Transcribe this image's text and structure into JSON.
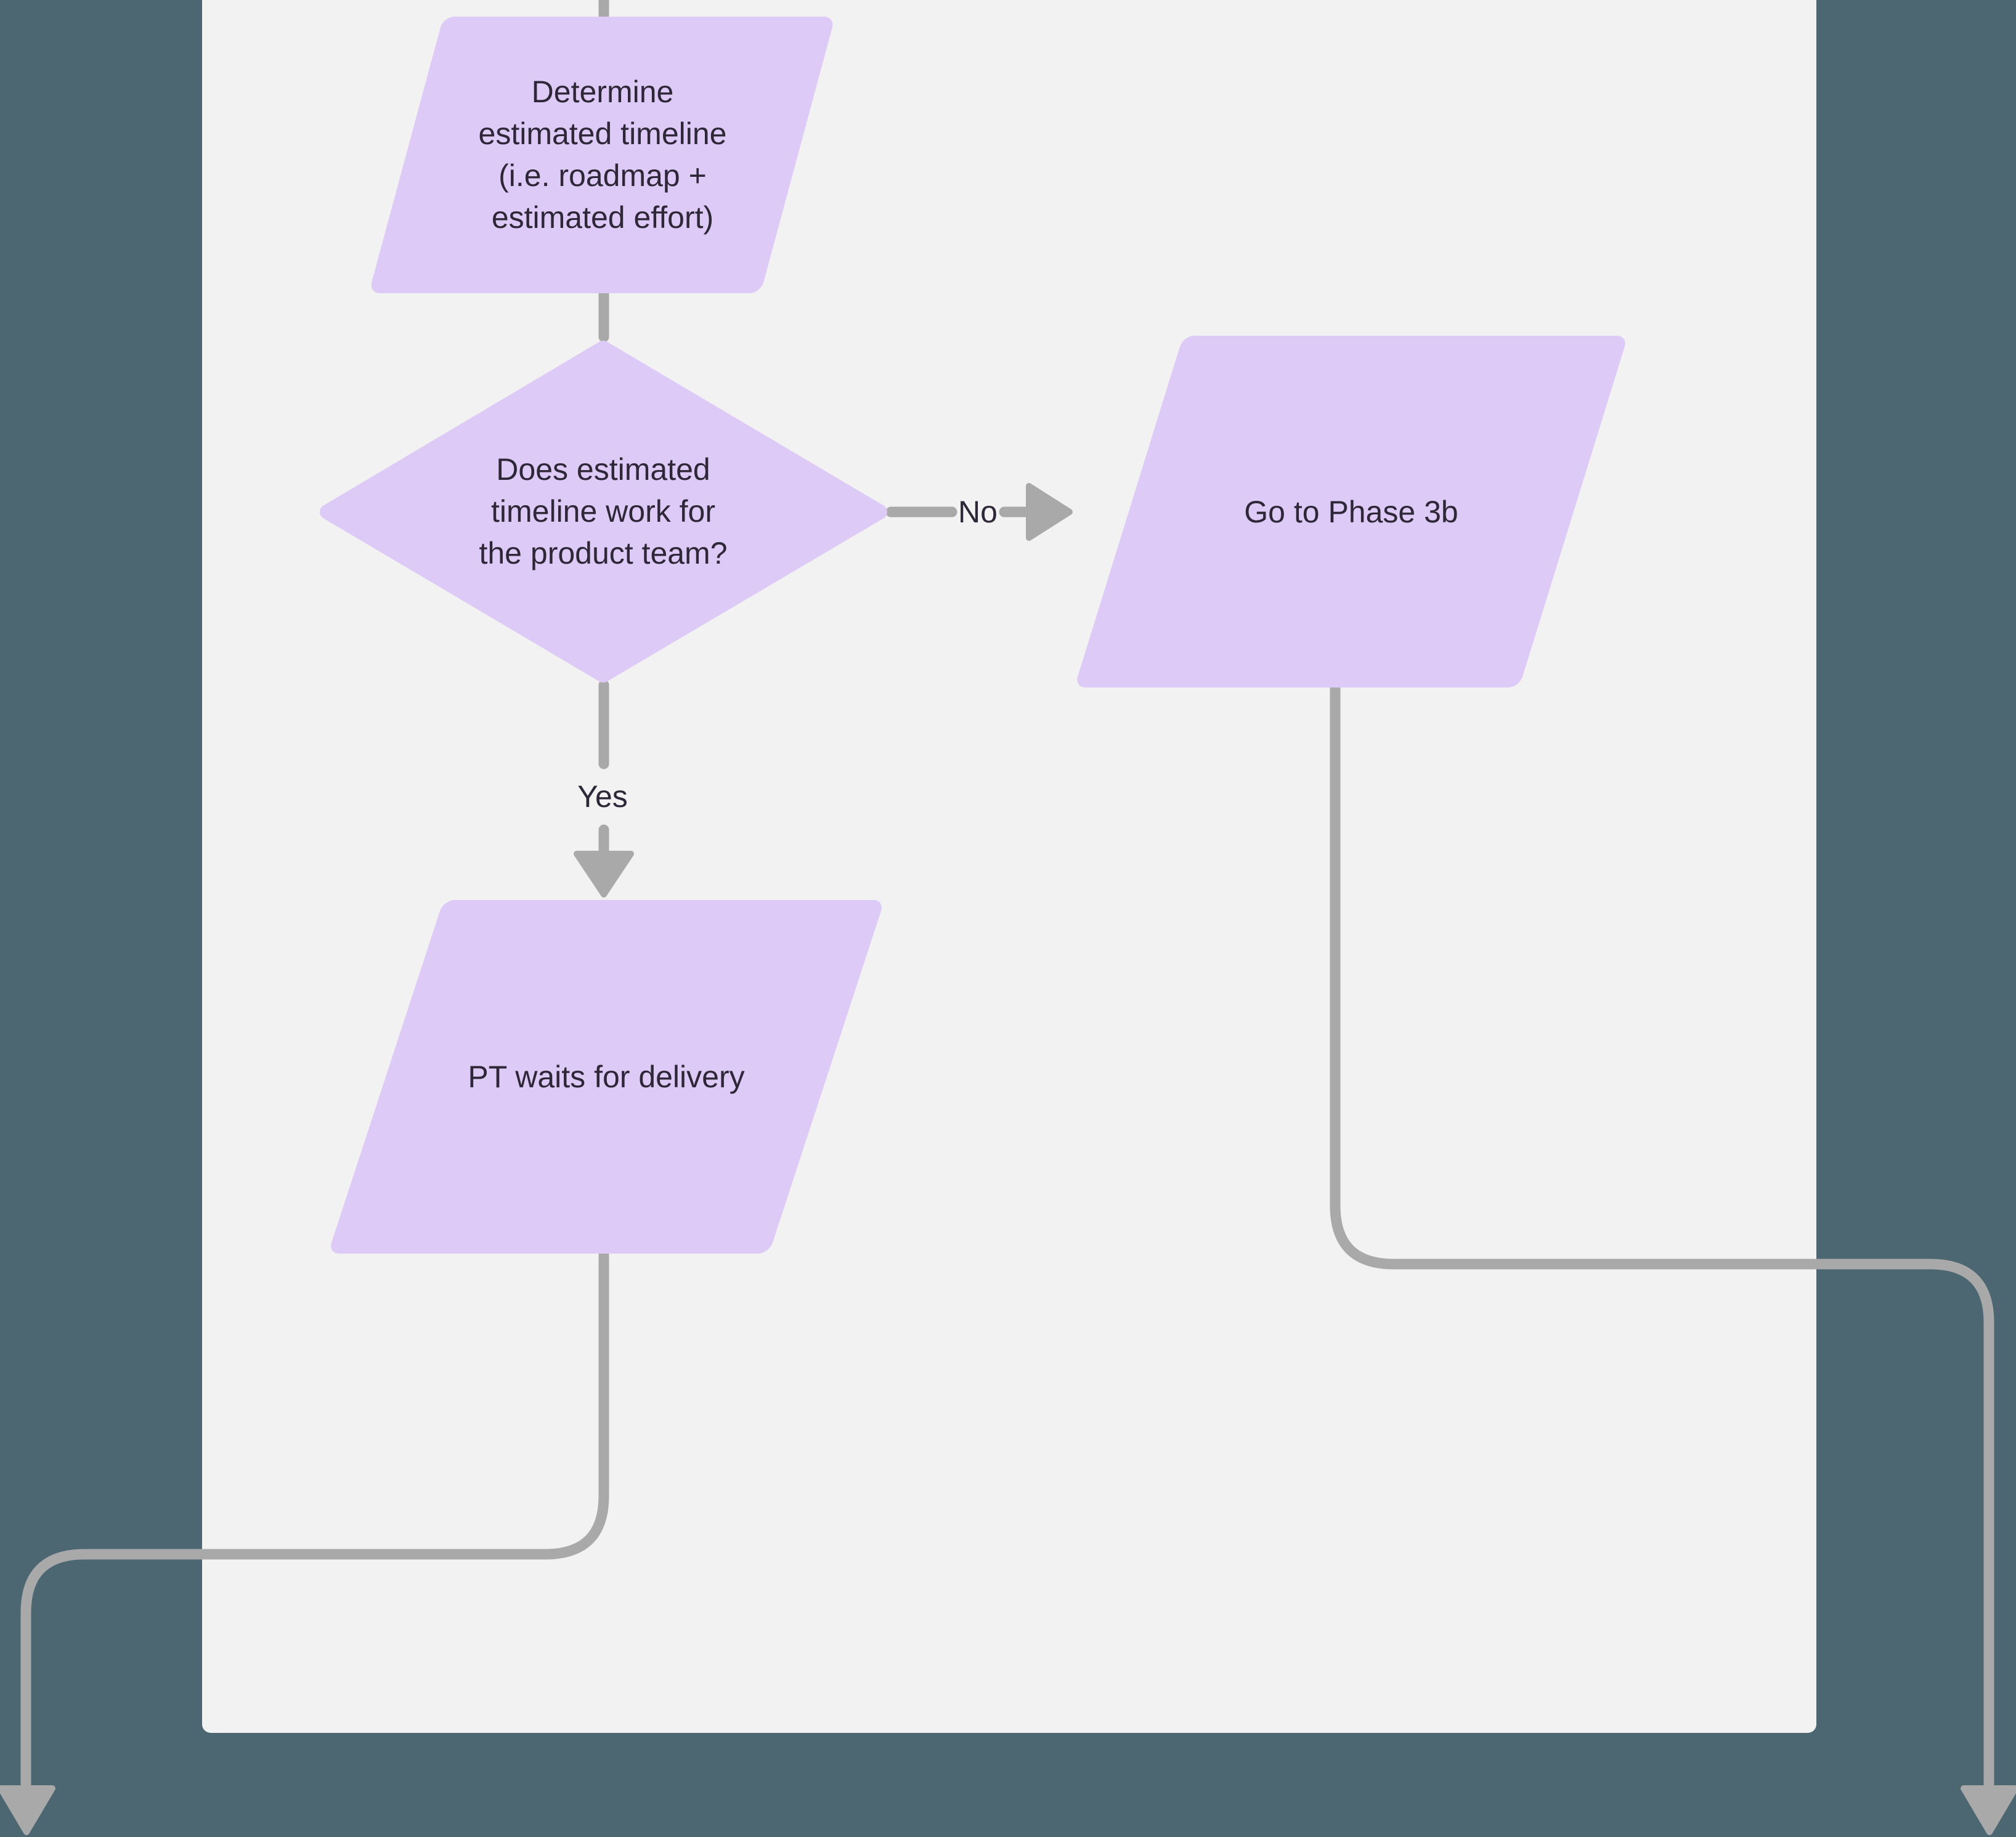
{
  "diagram": {
    "colors": {
      "background": "#4c6771",
      "canvas": "#f2f2f2",
      "shape_fill": "#decaf7",
      "connector": "#a9a9a9",
      "text": "#2e2737"
    },
    "nodes": [
      {
        "id": "determine-estimated-timeline",
        "type": "parallelogram",
        "lines": [
          "Determine",
          "estimated timeline",
          "(i.e. roadmap +",
          "estimated effort)"
        ]
      },
      {
        "id": "timeline-works-decision",
        "type": "diamond",
        "lines": [
          "Does estimated",
          "timeline work for",
          "the product team?"
        ]
      },
      {
        "id": "go-to-phase-3b",
        "type": "parallelogram",
        "lines": [
          "Go to Phase 3b"
        ]
      },
      {
        "id": "pt-waits-for-delivery",
        "type": "parallelogram",
        "lines": [
          "PT waits for delivery"
        ]
      }
    ],
    "edge_labels": {
      "no": "No",
      "yes": "Yes"
    }
  }
}
